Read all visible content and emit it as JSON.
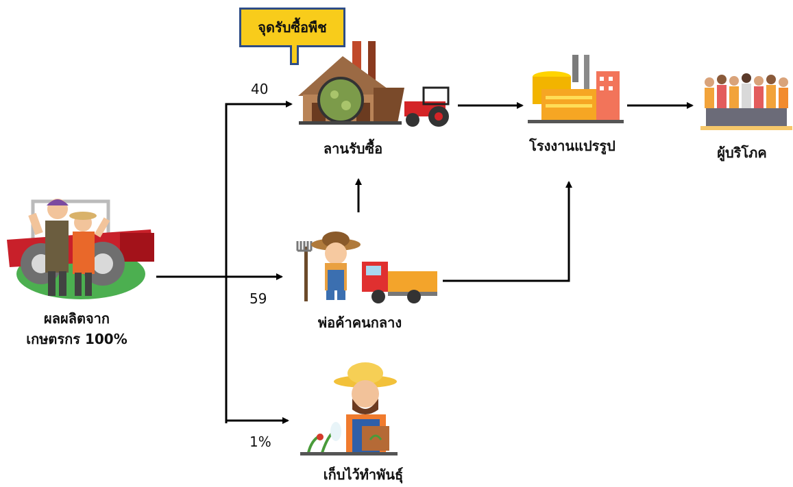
{
  "callout": {
    "text": "จุดรับซื้อพืช"
  },
  "nodes": {
    "farmer": {
      "line1": "ผลผลิตจาก",
      "line2": "เกษตรกร 100%"
    },
    "collection_yard": {
      "label": "ลานรับซื้อ"
    },
    "factory": {
      "label": "โรงงานแปรรูป"
    },
    "consumer": {
      "label": "ผู้บริโภค"
    },
    "middleman": {
      "label": "พ่อค้าคนกลาง"
    },
    "seed": {
      "label": "เก็บไว้ทำพันธุ์"
    }
  },
  "flows": {
    "to_yard": "40",
    "to_middleman": "59",
    "to_seed": "1%"
  },
  "colors": {
    "callout_fill": "#f8cc1b",
    "callout_border": "#2d4c86",
    "arrow": "#000000"
  }
}
